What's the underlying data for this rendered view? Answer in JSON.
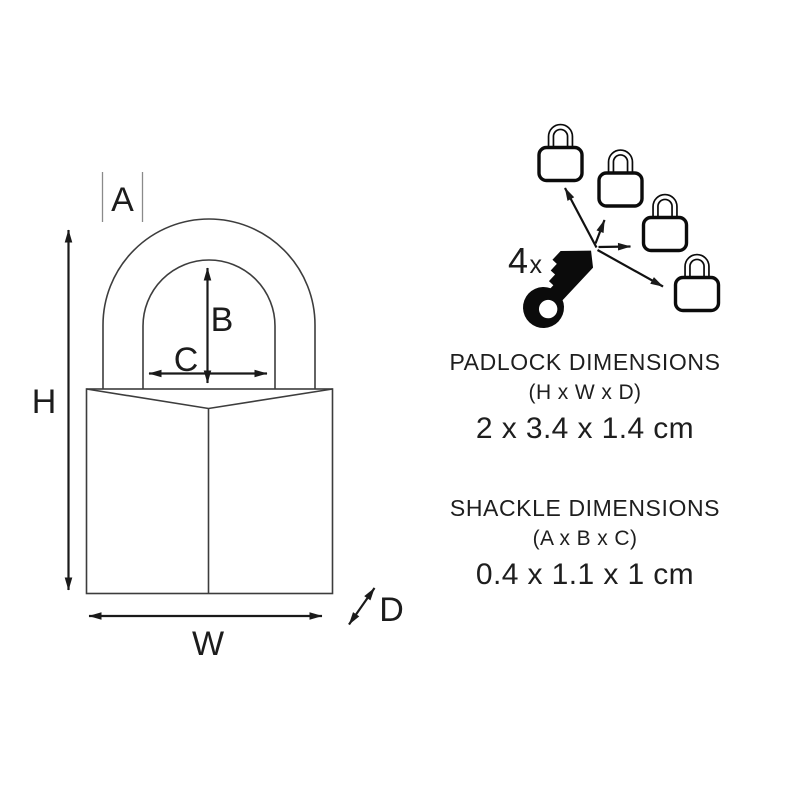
{
  "canvas": {
    "background": "#ffffff"
  },
  "colors": {
    "drawing_line": "#3d3d3d",
    "arrow_ink": "#1a1a1a",
    "tick_gray": "#8a8a8a",
    "icon_black": "#0b0b0b"
  },
  "diagram": {
    "labels": {
      "a": "A",
      "b": "B",
      "c": "C",
      "h": "H",
      "w": "W",
      "d": "D"
    }
  },
  "multipack": {
    "count": "4",
    "multiplier": "x",
    "padlock_icon_count": 4
  },
  "specs": {
    "padlock": {
      "title": "PADLOCK DIMENSIONS",
      "axes": "(H x W x D)",
      "value": "2 x 3.4 x 1.4 cm"
    },
    "shackle": {
      "title": "SHACKLE DIMENSIONS",
      "axes": "(A x B x C)",
      "value": "0.4 x 1.1 x 1 cm"
    }
  },
  "icons": {
    "padlock": "padlock-icon",
    "key": "key-icon",
    "arrow": "arrowhead-icon"
  }
}
